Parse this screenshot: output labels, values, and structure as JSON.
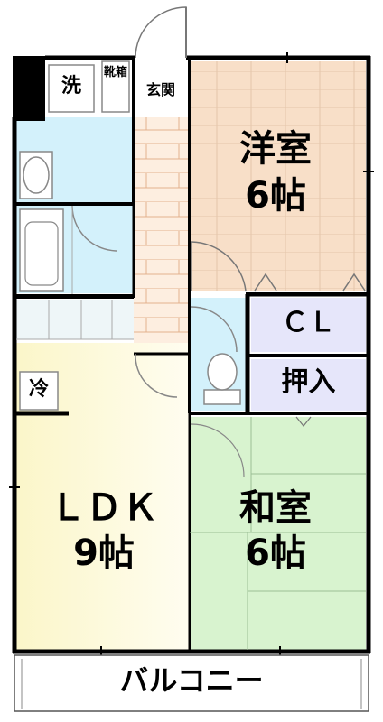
{
  "rooms": {
    "western_room": {
      "name": "洋室",
      "size": "6帖"
    },
    "ldk": {
      "name": "ＬＤＫ",
      "size": "9帖"
    },
    "japanese_room": {
      "name": "和室",
      "size": "6帖"
    },
    "closet": "ＣＬ",
    "oshiire": "押入",
    "entrance": "玄関",
    "shoe_box": "靴箱",
    "washer": "洗",
    "fridge": "冷",
    "balcony": "バルコニー"
  },
  "colors": {
    "wall": "#000000",
    "wood_floor": "#f8dfc8",
    "wood_line": "#e2bfa0",
    "wash_area": "#d3f1fb",
    "ldk_warm": "#fdf7d8",
    "tatami": "#d8f3cf",
    "closet": "#e6e6fa",
    "fixture_line": "#8a8a8a"
  }
}
